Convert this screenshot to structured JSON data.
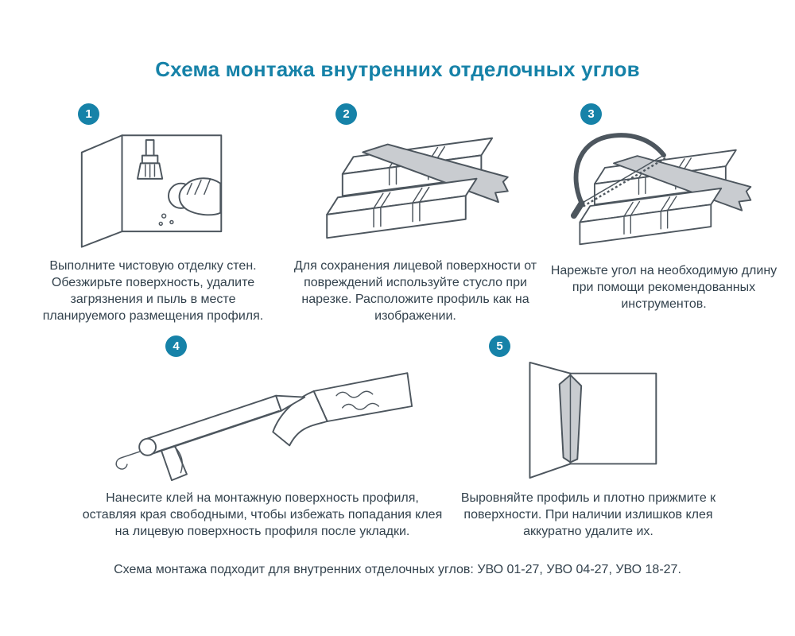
{
  "page": {
    "title": "Схема монтажа внутренних отделочных углов",
    "footer": "Схема монтажа подходит для внутренних отделочных углов: УВО 01-27, УВО 04-27, УВО 18-27."
  },
  "colors": {
    "accent": "#1682a8",
    "text": "#33424d",
    "drawing_line": "#4d565e",
    "profile_gray": "#c9ccd0"
  },
  "steps": [
    {
      "number": "1",
      "icon": "wall-corner-with-brush-and-sponge",
      "text": "Выполните чистовую отделку стен. Обезжирьте поверхность, удалите загрязнения и пыль в месте планируемого размещения профиля."
    },
    {
      "number": "2",
      "icon": "miter-box-with-profile",
      "text": "Для сохранения лицевой поверхности от повреждений используйте стусло при нарезке. Расположите профиль как на изображении."
    },
    {
      "number": "3",
      "icon": "hacksaw-cutting-profile-in-miter-box",
      "text": "Нарежьте угол на необходимую длину при помощи рекомендованных инструментов."
    },
    {
      "number": "4",
      "icon": "caulking-gun-applying-adhesive-to-profile",
      "text": "Нанесите клей на монтажную поверхность профиля, оставляя края свободными, чтобы избежать попадания клея на лицевую поверхность профиля после укладки."
    },
    {
      "number": "5",
      "icon": "profile-pressed-into-wall-corner",
      "text": "Выровняйте профиль и плотно прижмите к поверхности. При наличии излишков клея аккуратно удалите их."
    }
  ]
}
